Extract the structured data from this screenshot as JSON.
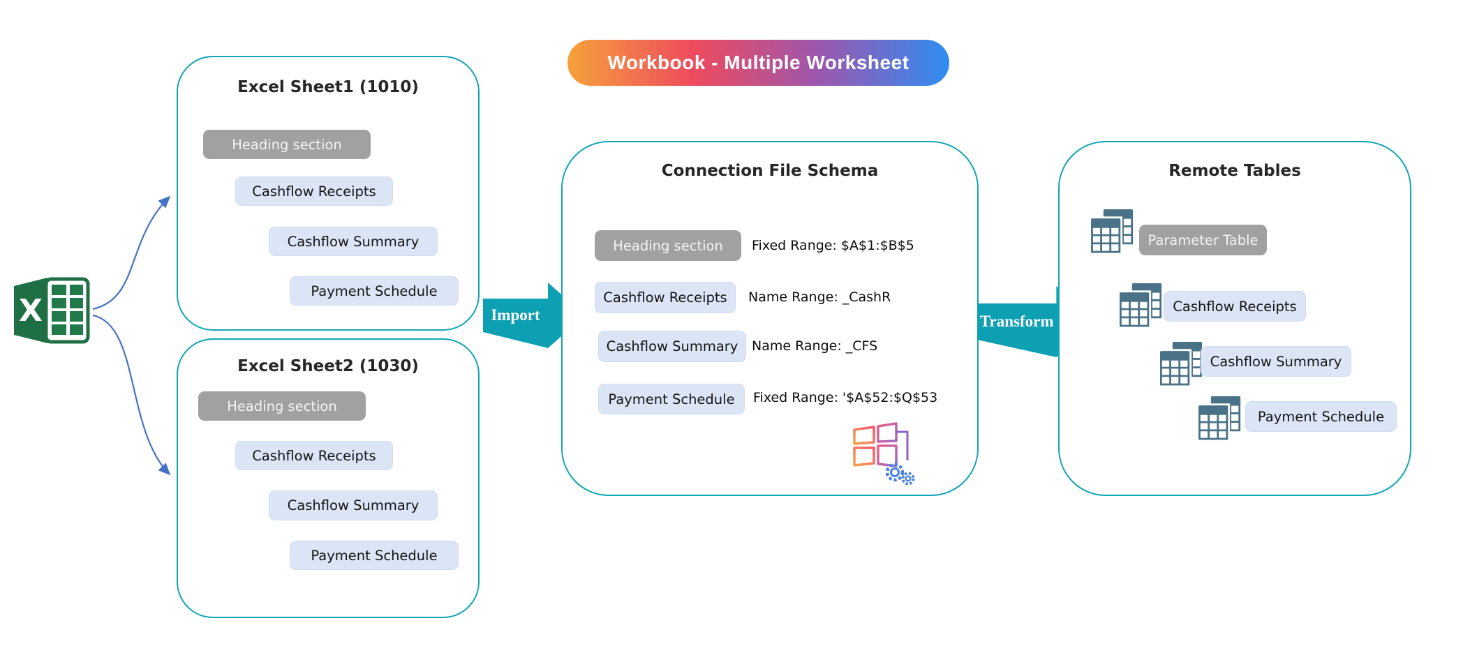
{
  "banner": {
    "label": "Workbook - Multiple Worksheet"
  },
  "sheet1": {
    "title": "Excel Sheet1 (1010)",
    "items": [
      "Heading section",
      "Cashflow Receipts",
      "Cashflow Summary",
      "Payment Schedule"
    ]
  },
  "sheet2": {
    "title": "Excel Sheet2 (1030)",
    "items": [
      "Heading section",
      "Cashflow Receipts",
      "Cashflow Summary",
      "Payment Schedule"
    ]
  },
  "import_arrow": {
    "label": "Import"
  },
  "transform_arrow": {
    "label": "Transform"
  },
  "schema": {
    "title": "Connection File Schema",
    "rows": [
      {
        "label": "Heading section",
        "range": "Fixed Range: $A$1:$B$5"
      },
      {
        "label": "Cashflow Receipts",
        "range": "Name Range: _CashR"
      },
      {
        "label": "Cashflow Summary",
        "range": "Name Range: _CFS"
      },
      {
        "label": "Payment Schedule",
        "range": "Fixed Range: '$A$52:$Q$53"
      }
    ]
  },
  "remote": {
    "title": "Remote Tables",
    "rows": [
      "Parameter Table",
      "Cashflow Receipts",
      "Cashflow Summary",
      "Payment Schedule"
    ]
  },
  "icons": {
    "excel": "excel-logo",
    "tables": "double-table-icon",
    "windows_gear": "windows-settings-icon"
  },
  "colors": {
    "box_border_teal": "#12a5b6",
    "block_arrow_teal": "#0d9fb2",
    "pill_gray": "#a1a1a1",
    "pill_blue": "#dbe5f5",
    "connector_blue": "#4472c4",
    "table_icon": "#4a7286",
    "excel_green": "#1f7044",
    "banner_gradient": [
      "#f6a13b",
      "#ee4b5e",
      "#9c57ae",
      "#2f8df3"
    ]
  }
}
